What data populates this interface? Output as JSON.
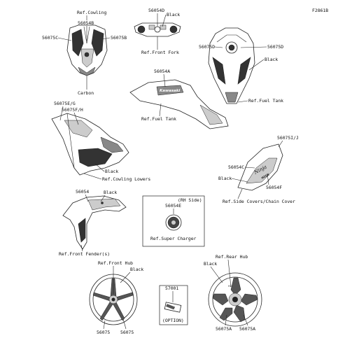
{
  "diagram_id": "F2861B",
  "labels": {
    "ref_cowling": "Ref.Cowling",
    "p56054B": "56054B",
    "p56075C": "56075C",
    "p56075B": "56075B",
    "carbon": "Carbon",
    "p56054D": "56054D",
    "black_fork": "Black",
    "ref_front_fork": "Ref.Front Fork",
    "p56075D_left": "56075D",
    "p56075D_right": "56075D",
    "black_tank": "Black",
    "ref_fuel_tank_right": "Ref.Fuel Tank",
    "p56054A": "56054A",
    "ref_fuel_tank_mid": "Ref.Fuel Tank",
    "p56075EG": "56075E/G",
    "p56075FH": "56075F/H",
    "black_lower": "Black",
    "ref_cowling_lowers": "Ref.Cowling Lowers",
    "p56075IJ": "56075I/J",
    "p56054C": "56054C",
    "black_side": "Black",
    "p56054F": "56054F",
    "ref_side_covers": "Ref.Side Covers/Chain Cover",
    "p56054": "56054",
    "black_fender": "Black",
    "rh_side": "(RH Side)",
    "p56054E": "56054E",
    "ref_super_charger": "Ref.Super Charger",
    "ref_front_fender": "Ref.Front Fender(s)",
    "ref_front_hub": "Ref.Front Hub",
    "black_front_hub": "Black",
    "ref_rear_hub": "Ref.Rear Hub",
    "black_rear_hub": "Black",
    "p57001": "57001",
    "option": "(OPTION)",
    "p56075_a": "56075",
    "p56075_b": "56075",
    "p56075A_a": "56075A",
    "p56075A_b": "56075A"
  }
}
